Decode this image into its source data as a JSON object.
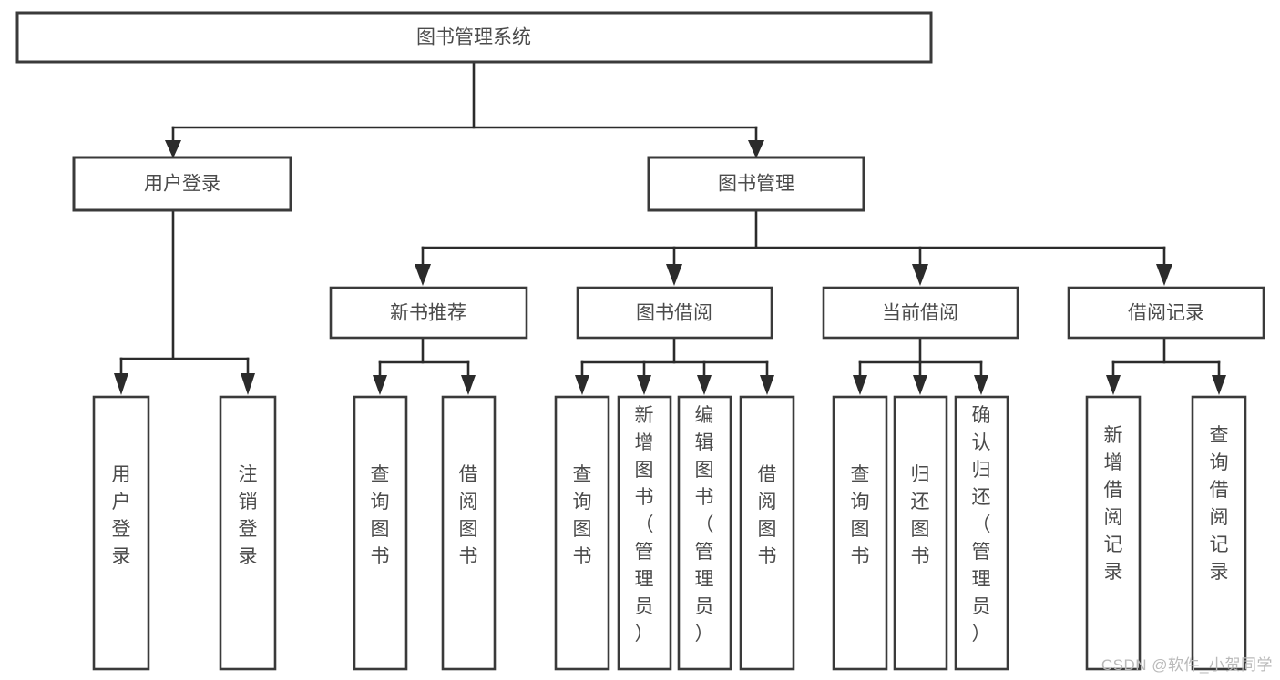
{
  "diagram": {
    "type": "tree",
    "title": "图书管理系统",
    "watermark": "CSDN @软件_小贺同学",
    "colors": {
      "background": "#ffffff",
      "box_fill": "#ffffff",
      "box_stroke": "#3a3a3a",
      "connector": "#2b2b2b",
      "text": "#4b4b4b",
      "watermark": "#b9b9b9"
    },
    "root": {
      "label": "图书管理系统",
      "orientation": "horizontal"
    },
    "level1": [
      {
        "label": "用户登录",
        "orientation": "horizontal"
      },
      {
        "label": "图书管理",
        "orientation": "horizontal"
      }
    ],
    "level2": [
      {
        "label": "新书推荐",
        "orientation": "horizontal",
        "parent": "图书管理"
      },
      {
        "label": "图书借阅",
        "orientation": "horizontal",
        "parent": "图书管理"
      },
      {
        "label": "当前借阅",
        "orientation": "horizontal",
        "parent": "图书管理"
      },
      {
        "label": "借阅记录",
        "orientation": "horizontal",
        "parent": "图书管理"
      }
    ],
    "leaves": {
      "user_login": [
        {
          "label": "用户登录",
          "orientation": "vertical",
          "align": "bottom"
        },
        {
          "label": "注销登录",
          "orientation": "vertical",
          "align": "bottom"
        }
      ],
      "new_book_recommend": [
        {
          "label": "查询图书",
          "orientation": "vertical",
          "align": "middle"
        },
        {
          "label": "借阅图书",
          "orientation": "vertical",
          "align": "middle"
        }
      ],
      "book_borrow": [
        {
          "label": "查询图书",
          "orientation": "vertical",
          "align": "middle"
        },
        {
          "label": "新增图书（管理员）",
          "orientation": "vertical",
          "align": "top"
        },
        {
          "label": "编辑图书（管理员）",
          "orientation": "vertical",
          "align": "top"
        },
        {
          "label": "借阅图书",
          "orientation": "vertical",
          "align": "middle"
        }
      ],
      "current_borrow": [
        {
          "label": "查询图书",
          "orientation": "vertical",
          "align": "middle"
        },
        {
          "label": "归还图书",
          "orientation": "vertical",
          "align": "middle"
        },
        {
          "label": "确认归还（管理员）",
          "orientation": "vertical",
          "align": "top"
        }
      ],
      "borrow_records": [
        {
          "label": "新增借阅记录",
          "orientation": "vertical",
          "align": "middle"
        },
        {
          "label": "查询借阅记录",
          "orientation": "vertical",
          "align": "middle"
        }
      ]
    }
  }
}
